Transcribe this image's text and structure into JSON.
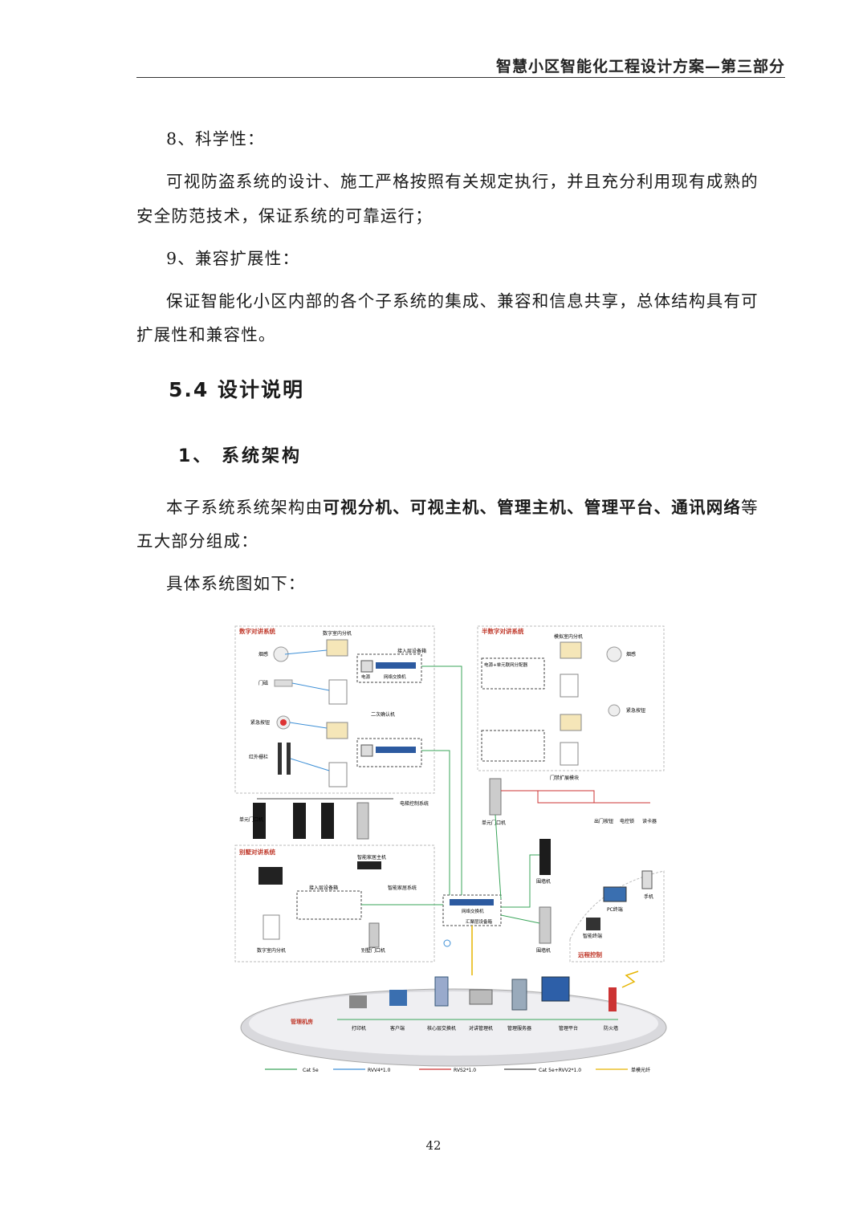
{
  "header": {
    "title": "智慧小区智能化工程设计方案—第三部分"
  },
  "sections": {
    "item8_title": "8、科学性：",
    "item8_line1": "可视防盗系统的设计、施工严格按照有关规定执行，并且充分利用现有成熟的",
    "item8_line2": "安全防范技术，保证系统的可靠运行；",
    "item9_title": "9、兼容扩展性：",
    "item9_line1": "保证智能化小区内部的各个子系统的集成、兼容和信息共享，总体结构具有可",
    "item9_line2": "扩展性和兼容性。",
    "heading_54": "5.4 设计说明",
    "heading_1": "1、 系统架构",
    "arch_line1_pre": "本子系统系统架构由",
    "arch_line1_bold": "可视分机、可视主机、管理主机、管理平台、通讯网络",
    "arch_line1_post": "等",
    "arch_line2": "五大部分组成：",
    "diagram_intro": "具体系统图如下："
  },
  "diagram": {
    "groups": {
      "digital": "数字对讲系统",
      "semi": "半数字对讲系统",
      "villa": "别墅对讲系统",
      "remote": "远程控制",
      "room": "管理机房"
    },
    "labels": {
      "digital_indoor": "数字室内分机",
      "access_box": "接入层设备箱",
      "power": "电源",
      "net_switch": "网络交换机",
      "smoke": "烟感",
      "door_sensor": "门磁",
      "emergency": "紧急按钮",
      "ir_fence": "红外栅栏",
      "second_confirm": "二次确认机",
      "unit_door": "单元门口机",
      "elevator": "电梯控制系统",
      "analog_indoor": "模拟室内分机",
      "decoder": "电源+单元联网分配器",
      "door_ext": "门禁扩展模块",
      "exit_btn": "出门按钮",
      "elock": "电控锁",
      "card_reader": "读卡器",
      "smart_host": "智能家居主机",
      "smart_home": "智能家居系统",
      "villa_door": "别墅门口机",
      "switch_center": "网络交换机",
      "aggregation_box": "汇聚层设备箱",
      "wall_unit": "围墙机",
      "pc": "PC终端",
      "phone": "手机",
      "smart_terminal": "智能终端",
      "printer": "打印机",
      "client": "客户端",
      "core_switch": "核心层交换机",
      "talk_mgr": "对讲管理机",
      "mgmt_server": "管理服务器",
      "mgmt_platform": "管理平台",
      "firewall": "防火墙"
    },
    "legend": [
      "Cat 5e",
      "RVV4*1.0",
      "RVS2*1.0",
      "Cat 5e+RVV2*1.0",
      "单模光纤"
    ],
    "colors": {
      "cat5e": "#3aa55a",
      "rvv4": "#3d8fd6",
      "rvs2": "#cc3333",
      "cat5e_rvv2": "#444444",
      "fiber": "#e6b400",
      "group_title": "#c0392b"
    }
  },
  "footer": {
    "page": "42"
  }
}
